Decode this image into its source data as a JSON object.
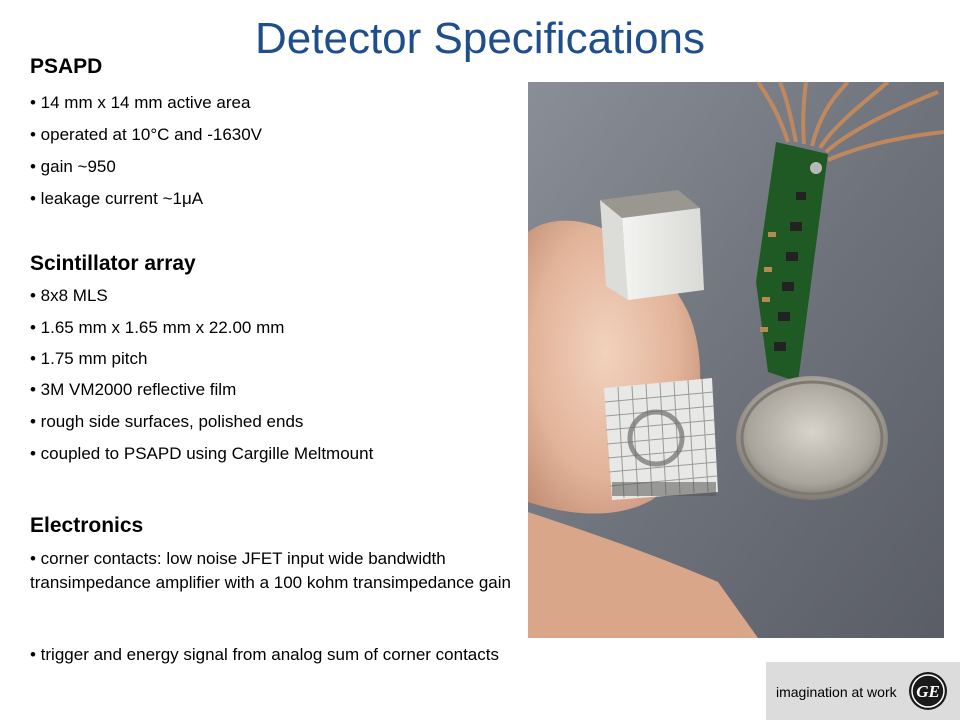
{
  "title": "Detector Specifications",
  "sections": [
    {
      "heading": "PSAPD",
      "bullets": [
        "• 14 mm x 14 mm active area",
        "• operated at 10°C and -1630V",
        "• gain ~950",
        "• leakage current ~1μA"
      ]
    },
    {
      "heading": "Scintillator array",
      "bullets": [
        "• 8x8 MLS",
        "• 1.65 mm x 1.65 mm x 22.00 mm",
        "• 1.75 mm pitch",
        "• 3M VM2000 reflective film",
        "• rough side surfaces, polished ends",
        "• coupled to PSAPD using Cargille Meltmount"
      ]
    },
    {
      "heading": "Electronics",
      "bullets": [
        "• corner contacts: low noise JFET input wide bandwidth transimpedance amplifier with a 100 kohm transimpedance gain",
        "• trigger and energy signal from analog sum of corner contacts"
      ]
    }
  ],
  "logo": {
    "tagline": "imagination at work",
    "mark": "GE"
  }
}
